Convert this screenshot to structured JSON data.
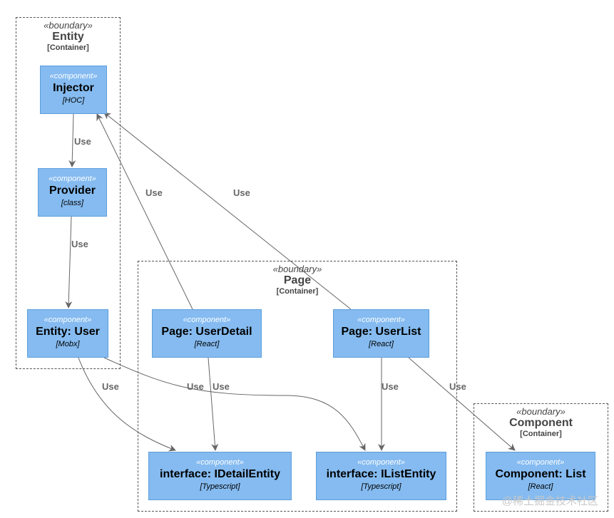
{
  "boundaries": {
    "entity": {
      "stereotype": "«boundary»",
      "name": "Entity",
      "technology": "[Container]"
    },
    "page": {
      "stereotype": "«boundary»",
      "name": "Page",
      "technology": "[Container]"
    },
    "component": {
      "stereotype": "«boundary»",
      "name": "Component",
      "technology": "[Container]"
    }
  },
  "components": {
    "injector": {
      "stereotype": "«component»",
      "name": "Injector",
      "technology": "[HOC]"
    },
    "provider": {
      "stereotype": "«component»",
      "name": "Provider",
      "technology": "[class]"
    },
    "entity_user": {
      "stereotype": "«component»",
      "name": "Entity: User",
      "technology": "[Mobx]"
    },
    "page_userdetail": {
      "stereotype": "«component»",
      "name": "Page: UserDetail",
      "technology": "[React]"
    },
    "page_userlist": {
      "stereotype": "«component»",
      "name": "Page: UserList",
      "technology": "[React]"
    },
    "idetail_entity": {
      "stereotype": "«component»",
      "name": "interface: IDetailEntity",
      "technology": "[Typescript]"
    },
    "ilist_entity": {
      "stereotype": "«component»",
      "name": "interface: IListEntity",
      "technology": "[Typescript]"
    },
    "component_list": {
      "stereotype": "«component»",
      "name": "Component: List",
      "technology": "[React]"
    }
  },
  "relations": [
    {
      "from": "injector",
      "to": "provider",
      "label": "Use"
    },
    {
      "from": "provider",
      "to": "entity_user",
      "label": "Use"
    },
    {
      "from": "page_userdetail",
      "to": "injector",
      "label": "Use"
    },
    {
      "from": "page_userlist",
      "to": "injector",
      "label": "Use"
    },
    {
      "from": "entity_user",
      "to": "idetail_entity",
      "label": "Use"
    },
    {
      "from": "entity_user",
      "to": "ilist_entity",
      "label": "Use"
    },
    {
      "from": "page_userdetail",
      "to": "idetail_entity",
      "label": "Use"
    },
    {
      "from": "page_userlist",
      "to": "ilist_entity",
      "label": "Use"
    },
    {
      "from": "page_userlist",
      "to": "component_list",
      "label": "Use"
    }
  ],
  "colors": {
    "component_fill": "#85BBF0",
    "component_border": "#5D9FDC",
    "edge": "#666666",
    "boundary_border": "#555555"
  },
  "watermark": "@稀土掘金技术社区"
}
